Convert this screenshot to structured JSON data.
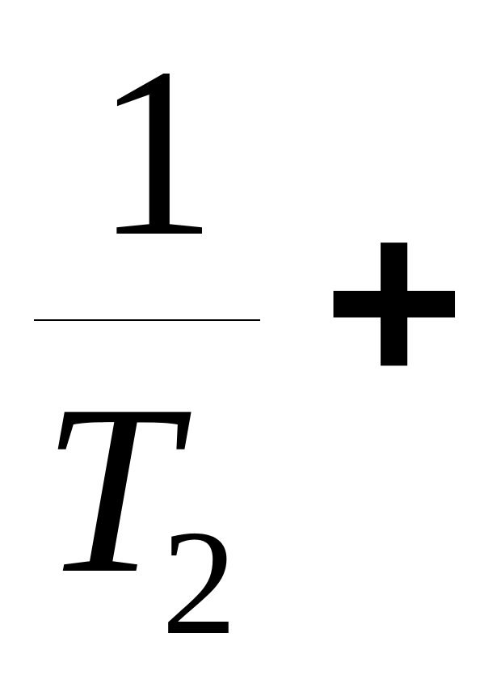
{
  "formula": {
    "numerator": "1",
    "denominator": {
      "base": "T",
      "subscript": "2"
    },
    "operator": "+"
  }
}
